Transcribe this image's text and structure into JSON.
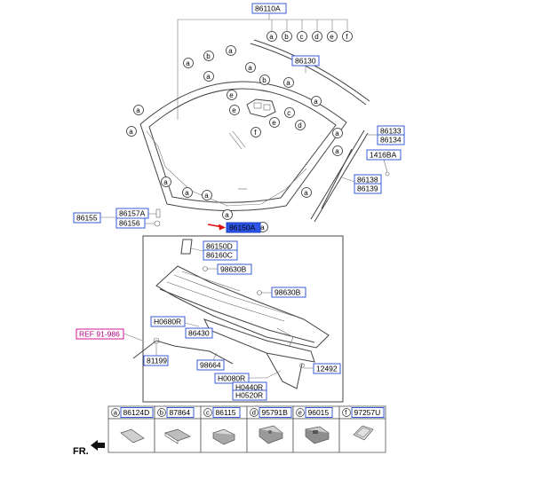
{
  "labels": {
    "glass_assy": "86110A",
    "top_moulding": "86130",
    "side_moulding_a": "86133",
    "side_moulding_b": "86134",
    "clip": "1416BA",
    "side_trim_a": "86138",
    "side_trim_b": "86139",
    "dam_a": "86157A",
    "dam_b": "86156",
    "dam_main": "86155",
    "selected_part": "86150A",
    "cowl_a": "86150D",
    "cowl_b": "86160C",
    "screw_1": "98630B",
    "screw_2": "98630B",
    "hose_1": "H0680R",
    "cover": "86430",
    "ref": "REF 91-986",
    "grommet": "81199",
    "nozzle": "98664",
    "bolt": "12492",
    "hose_2": "H0080R",
    "hose_3": "H0440R",
    "hose_4": "H0520R"
  },
  "callout_letters": [
    "a",
    "b",
    "c",
    "d",
    "e",
    "f"
  ],
  "legend": [
    {
      "letter": "a",
      "code": "86124D",
      "icon": "pad-icon"
    },
    {
      "letter": "b",
      "code": "87864",
      "icon": "spacer-icon"
    },
    {
      "letter": "c",
      "code": "86115",
      "icon": "block-icon"
    },
    {
      "letter": "d",
      "code": "95791B",
      "icon": "sensor-bracket-icon"
    },
    {
      "letter": "e",
      "code": "96015",
      "icon": "camera-bracket-icon"
    },
    {
      "letter": "f",
      "code": "97257U",
      "icon": "tape-icon"
    }
  ],
  "front_label": "FR."
}
